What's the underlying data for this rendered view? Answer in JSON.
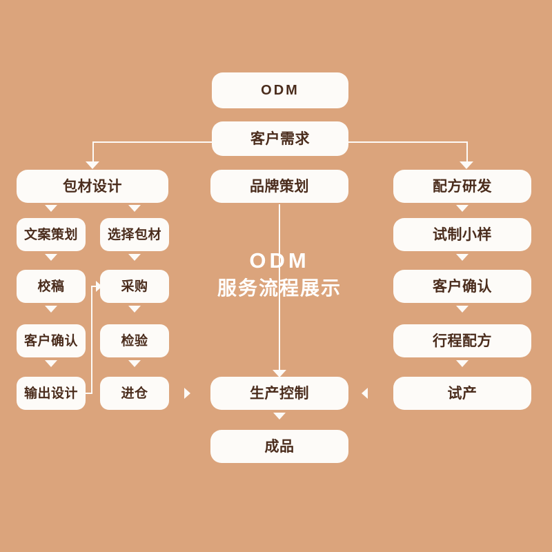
{
  "theme": {
    "background": "#dba47c",
    "node_fill": "#fdfbf8",
    "node_text": "#4a2c1c",
    "connector": "#fdfbf8",
    "title_text": "#ffffff"
  },
  "center_title": {
    "line1": "ODM",
    "line2": "服务流程展示"
  },
  "nodes": {
    "odm": "ODM",
    "customer_demand": "客户需求",
    "packaging_design": "包材设计",
    "brand_planning": "品牌策划",
    "formula_rd": "配方研发",
    "copy_planning": "文案策划",
    "select_packaging": "选择包材",
    "proofreading": "校稿",
    "purchasing": "采购",
    "customer_confirm_left": "客户确认",
    "inspection": "检验",
    "output_design": "输出设计",
    "warehousing": "进仓",
    "sample_trial": "试制小样",
    "customer_confirm_right": "客户确认",
    "travel_formula": "行程配方",
    "trial_production": "试产",
    "production_control": "生产控制",
    "finished_product": "成品"
  },
  "flow": {
    "columns": [
      {
        "name": "packaging-branch",
        "head": "包材设计",
        "left_chain": [
          "文案策划",
          "校稿",
          "客户确认",
          "输出设计"
        ],
        "right_chain": [
          "选择包材",
          "采购",
          "检验",
          "进仓"
        ]
      },
      {
        "name": "brand-branch",
        "head": "品牌策划",
        "chain": []
      },
      {
        "name": "formula-branch",
        "head": "配方研发",
        "chain": [
          "试制小样",
          "客户确认",
          "行程配方",
          "试产"
        ]
      }
    ],
    "merge_target": "生产控制",
    "final": "成品"
  }
}
